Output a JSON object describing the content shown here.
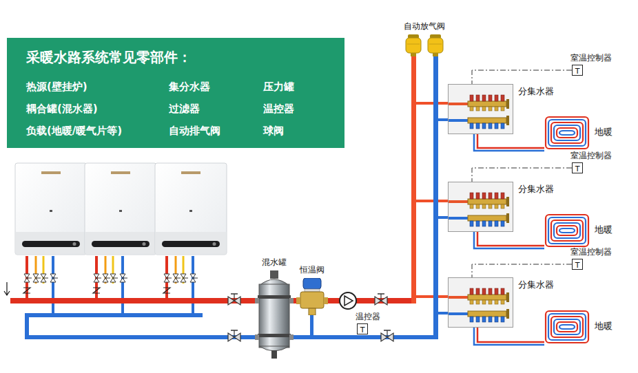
{
  "diagram": {
    "nodes": [
      {
        "text": [
          "采暖水路系统常见零部件：",
          "热源(壁挂炉)",
          "集分水器",
          "压力罐",
          "耦合罐(混水器)",
          "过滤器",
          "温控器",
          "负载(地暖/暖气片等)",
          "自动排气阀",
          "球阀"
        ]
      },
      {
        "text": [
          "自动放气阀"
        ]
      },
      {
        "text": [
          "室温控制器",
          "T"
        ]
      },
      {
        "text": [
          "分集水器"
        ]
      },
      {
        "text": [
          "地暖"
        ]
      },
      {
        "text": [
          "室温控制器",
          "T"
        ]
      },
      {
        "text": [
          "分集水器"
        ]
      },
      {
        "text": [
          "地暖"
        ]
      },
      {
        "text": [
          "室温控制器",
          "T"
        ]
      },
      {
        "text": [
          "分集水器"
        ]
      },
      {
        "text": [
          "地暖"
        ]
      },
      {
        "text": [
          "混水罐"
        ]
      },
      {
        "text": [
          "恒温阀"
        ]
      },
      {
        "text": [
          "温控器",
          "T"
        ]
      }
    ],
    "edges": [
      {
        "from": 2,
        "to": 3,
        "arrow": "none"
      },
      {
        "from": 3,
        "to": 4,
        "arrow": "none"
      },
      {
        "from": 5,
        "to": 6,
        "arrow": "none"
      },
      {
        "from": 6,
        "to": 7,
        "arrow": "none"
      },
      {
        "from": 8,
        "to": 9,
        "arrow": "none"
      },
      {
        "from": 9,
        "to": 10,
        "arrow": "none"
      },
      {
        "from": 11,
        "to": 12,
        "arrow": "none"
      }
    ]
  }
}
